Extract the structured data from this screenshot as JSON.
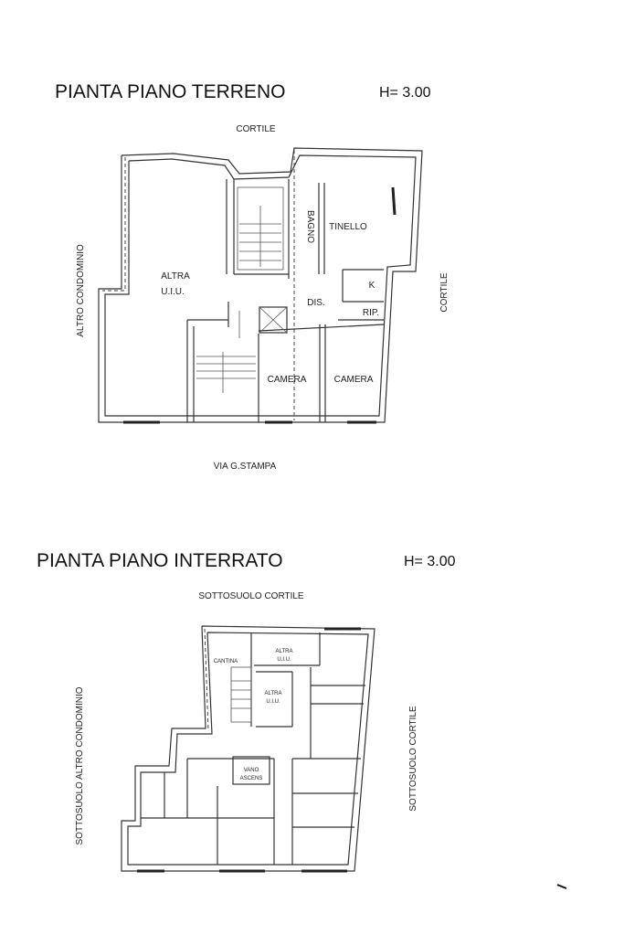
{
  "upper": {
    "title": "PIANTA PIANO TERRENO",
    "height": "H= 3.00",
    "north": "CORTILE",
    "east": "CORTILE",
    "west": "ALTRO CONDOMINIO",
    "south": "VIA G.STAMPA",
    "rooms": {
      "altra_1": "ALTRA",
      "altra_2": "U.I.U.",
      "bagno": "BAGNO",
      "tinello": "TINELLO",
      "k": "K",
      "dis": "DIS.",
      "rip": "RIP.",
      "camera_1": "CAMERA",
      "camera_2": "CAMERA"
    }
  },
  "lower": {
    "title": "PIANTA PIANO INTERRATO",
    "height": "H= 3.00",
    "north": "SOTTOSUOLO CORTILE",
    "east": "SOTTOSUOLO CORTILE",
    "west": "SOTTOSUOLO ALTRO CONDOMINIO",
    "rooms": {
      "cantina": "CANTINA",
      "altra_a_1": "ALTRA",
      "altra_a_2": "U.I.U.",
      "altra_b_1": "ALTRA",
      "altra_b_2": "U.I.U.",
      "vano_1": "VANO",
      "vano_2": "ASCENS"
    }
  }
}
